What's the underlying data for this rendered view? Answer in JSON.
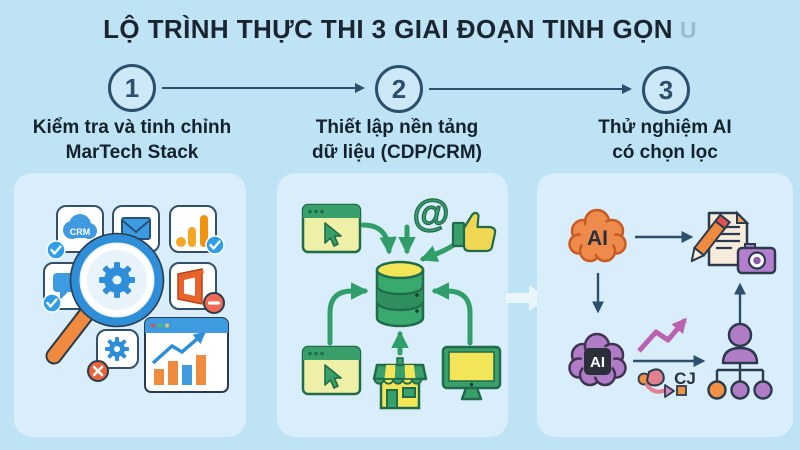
{
  "title": {
    "text": "LỘ TRÌNH THỰC THI 3 GIAI ĐOẠN TINH GỌN",
    "watermark": "U"
  },
  "stages": [
    {
      "number": "1",
      "label": [
        "Kiểm tra và tinh chỉnh",
        "MarTech Stack"
      ]
    },
    {
      "number": "2",
      "label": [
        "Thiết lập nền tảng",
        "dữ liệu (CDP/CRM)"
      ]
    },
    {
      "number": "3",
      "label": [
        "Thử nghiệm AI",
        "có chọn lọc"
      ]
    }
  ],
  "panels": [
    {
      "id": "martech-audit",
      "description": "Magnifying glass with gear auditing marketing tool icons; some approved (check), some removed (minus, x); analytics chart window",
      "icons": [
        "crm-cloud-icon",
        "email-icon",
        "analytics-bars-icon",
        "chat-icon",
        "office-icon",
        "gear-icon",
        "bar-chart-window-icon",
        "magnifier-gear-icon"
      ],
      "labels": {
        "crm": "CRM"
      }
    },
    {
      "id": "data-platform",
      "description": "Web, email, social, store and device data sources feeding a central database with green arrows",
      "icons": [
        "browser-cursor-icon",
        "at-symbol-icon",
        "thumbs-up-icon",
        "database-icon",
        "browser-cursor-icon",
        "storefront-icon",
        "monitor-icon"
      ],
      "labels": {
        "at": "@"
      }
    },
    {
      "id": "ai-testing",
      "description": "AI brain generating content (document, pencil, camera); AI chip brain driving growth and customer journey to org chart",
      "icons": [
        "ai-brain-orange-icon",
        "document-pencil-icon",
        "camera-icon",
        "ai-brain-chip-icon",
        "growth-arrow-icon",
        "customer-journey-icon",
        "org-chart-icon"
      ],
      "labels": {
        "ai_top": "AI",
        "ai_bottom": "AI",
        "cj": "CJ"
      }
    }
  ],
  "colors": {
    "background": "#bee3f4",
    "panel": "#d9edfa",
    "title_text": "#1b2531",
    "stage_navy": "#2c4f6e",
    "accent_blue": "#3f9be0",
    "accent_orange": "#f08a3e",
    "accent_green": "#2f9e68",
    "accent_yellow": "#f2e558",
    "accent_purple": "#b07cc6",
    "badge_red": "#e8643c"
  }
}
